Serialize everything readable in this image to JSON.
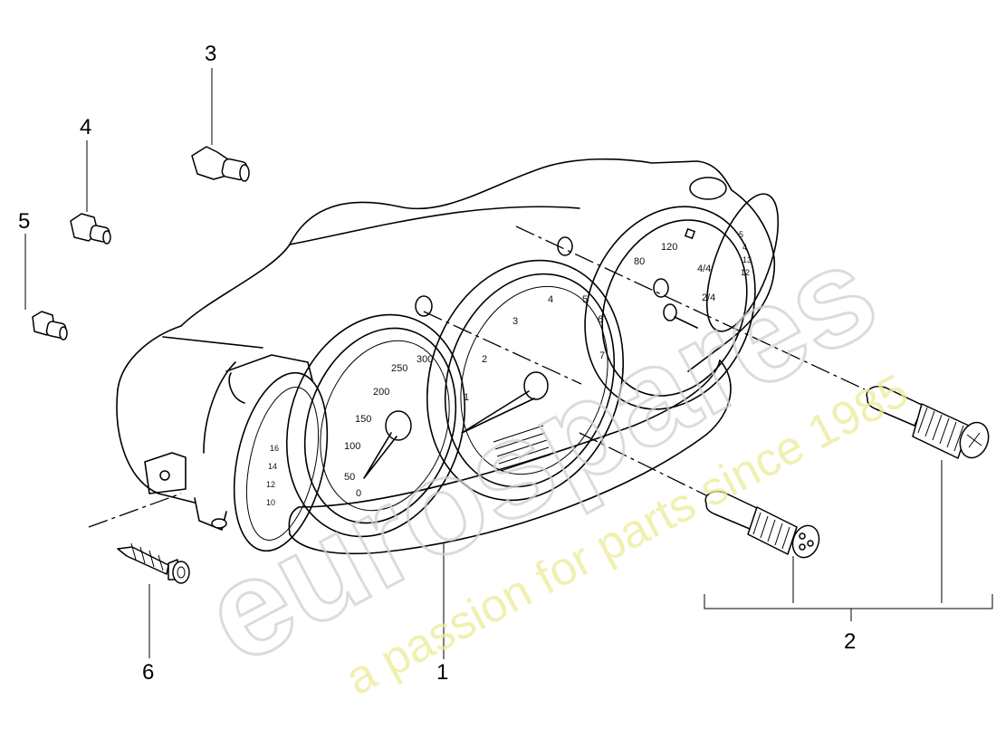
{
  "watermark": {
    "brand": "eurospares",
    "tagline": "a passion for parts since 1985"
  },
  "callouts": {
    "c1": "1",
    "c2": "2",
    "c3": "3",
    "c4": "4",
    "c5": "5",
    "c6": "6"
  },
  "gauges": {
    "speedometer_ticks": [
      "0",
      "50",
      "100",
      "150",
      "200",
      "250",
      "300"
    ],
    "tachometer_ticks": [
      "1",
      "2",
      "3",
      "4",
      "5",
      "6",
      "7"
    ],
    "right_gauge_ticks": [
      "80",
      "120",
      "4/4",
      "2/4"
    ],
    "right_small_ticks": [
      "5",
      "4",
      "13",
      "12"
    ],
    "left_gauge_ticks": [
      "16",
      "14",
      "12",
      "10"
    ]
  }
}
